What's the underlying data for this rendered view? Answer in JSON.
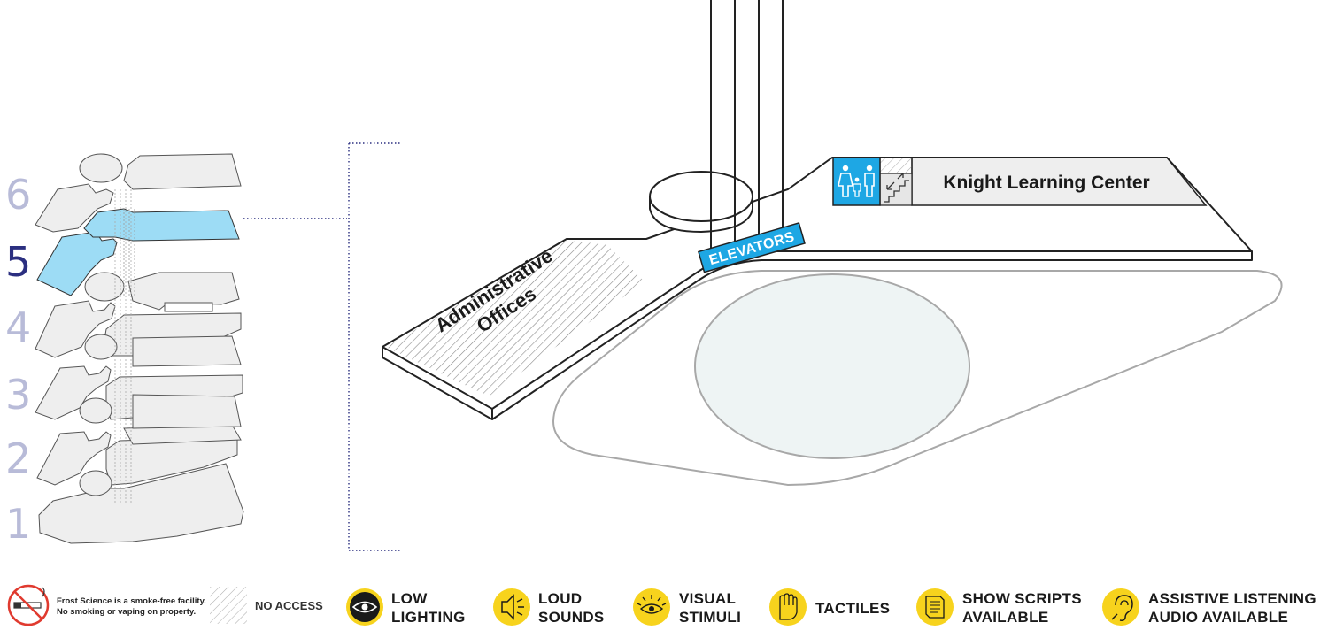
{
  "floors": {
    "labels": [
      "6",
      "5",
      "4",
      "3",
      "2",
      "1"
    ],
    "active": "5"
  },
  "rooms": {
    "administrative_line1": "Administrative",
    "administrative_line2": "Offices",
    "elevators": "ELEVATORS",
    "knight_learning_center": "Knight Learning Center"
  },
  "legend": {
    "smoke_free_line1": "Frost Science is a smoke-free facility.",
    "smoke_free_line2": "No smoking or vaping on property.",
    "no_access": "NO ACCESS",
    "low_lighting_line1": "LOW",
    "low_lighting_line2": "LIGHTING",
    "loud_sounds_line1": "LOUD",
    "loud_sounds_line2": "SOUNDS",
    "visual_stimuli_line1": "VISUAL",
    "visual_stimuli_line2": "STIMULI",
    "tactiles": "TACTILES",
    "show_scripts_line1": "SHOW SCRIPTS",
    "show_scripts_line2": "AVAILABLE",
    "assistive_listening_line1": "ASSISTIVE LISTENING",
    "assistive_listening_line2": "AUDIO AVAILABLE"
  },
  "colors": {
    "highlight_floor": "#9ddcf5",
    "accent_blue": "#1ea7e4",
    "legend_yellow": "#f7d31d",
    "no_smoking_red": "#e03a2f",
    "inactive_floor_number": "#b8bbd8",
    "active_floor_number": "#2b2f80"
  }
}
